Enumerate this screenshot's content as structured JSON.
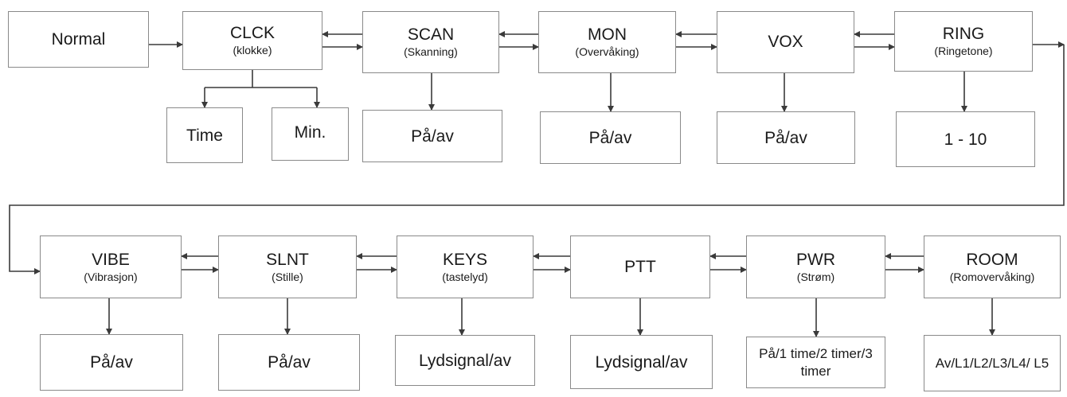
{
  "top_row": {
    "normal": {
      "label": "Normal"
    },
    "clck": {
      "label": "CLCK",
      "sub": "(klokke)"
    },
    "scan": {
      "label": "SCAN",
      "sub": "(Skanning)"
    },
    "mon": {
      "label": "MON",
      "sub": "(Overvåking)"
    },
    "vox": {
      "label": "VOX"
    },
    "ring": {
      "label": "RING",
      "sub": "(Ringetone)"
    }
  },
  "top_values": {
    "time": "Time",
    "min": "Min.",
    "scan": "På/av",
    "mon": "På/av",
    "vox": "På/av",
    "ring": "1 - 10"
  },
  "bottom_row": {
    "vibe": {
      "label": "VIBE",
      "sub": "(Vibrasjon)"
    },
    "slnt": {
      "label": "SLNT",
      "sub": "(Stille)"
    },
    "keys": {
      "label": "KEYS",
      "sub": "(tastelyd)"
    },
    "ptt": {
      "label": "PTT"
    },
    "pwr": {
      "label": "PWR",
      "sub": "(Strøm)"
    },
    "room": {
      "label": "ROOM",
      "sub": "(Romovervåking)"
    }
  },
  "bottom_values": {
    "vibe": "På/av",
    "slnt": "På/av",
    "keys": "Lydsignal/av",
    "ptt": "Lydsignal/av",
    "pwr": "På/1 time/2 timer/3 timer",
    "room": "Av/L1/L2/L3/L4/ L5"
  },
  "colors": {
    "line": "#3a3a3a",
    "border": "#8a8a8a"
  }
}
